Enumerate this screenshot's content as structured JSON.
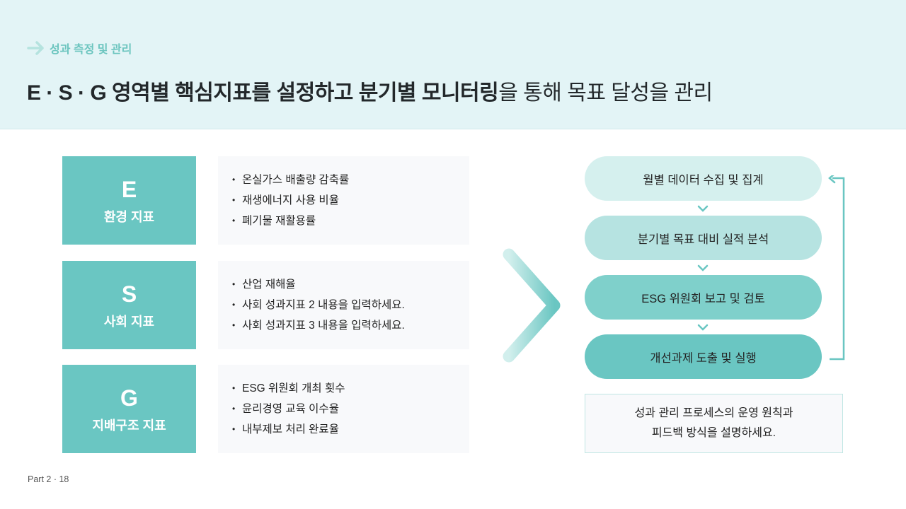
{
  "header": {
    "breadcrumb": "성과 측정 및 관리",
    "title_bold": "E · S · G 영역별 핵심지표를 설정하고 분기별 모니터링",
    "title_light": "을 통해 목표 달성을 관리"
  },
  "categories": [
    {
      "letter": "E",
      "name": "환경 지표",
      "items": [
        "온실가스 배출량 감축률",
        "재생에너지 사용 비율",
        "폐기물 재활용률"
      ]
    },
    {
      "letter": "S",
      "name": "사회 지표",
      "items": [
        "산업 재해율",
        "사회 성과지표 2 내용을 입력하세요.",
        "사회 성과지표 3 내용을 입력하세요."
      ]
    },
    {
      "letter": "G",
      "name": "지배구조 지표",
      "items": [
        "ESG 위원회 개최 횟수",
        "윤리경영 교육 이수율",
        "내부제보 처리 완료율"
      ]
    }
  ],
  "process": {
    "steps": [
      "월별 데이터 수집 및 집계",
      "분기별 목표 대비 실적 분석",
      "ESG 위원회 보고 및 검토",
      "개선과제 도출 및 실행"
    ],
    "note_line1": "성과 관리 프로세스의 운영 원칙과",
    "note_line2": "피드백 방식을 설명하세요."
  },
  "footer": {
    "text": "Part 2  ·  18"
  },
  "colors": {
    "accent": "#6ac6c2",
    "header_bg": "#e3f4f6"
  }
}
